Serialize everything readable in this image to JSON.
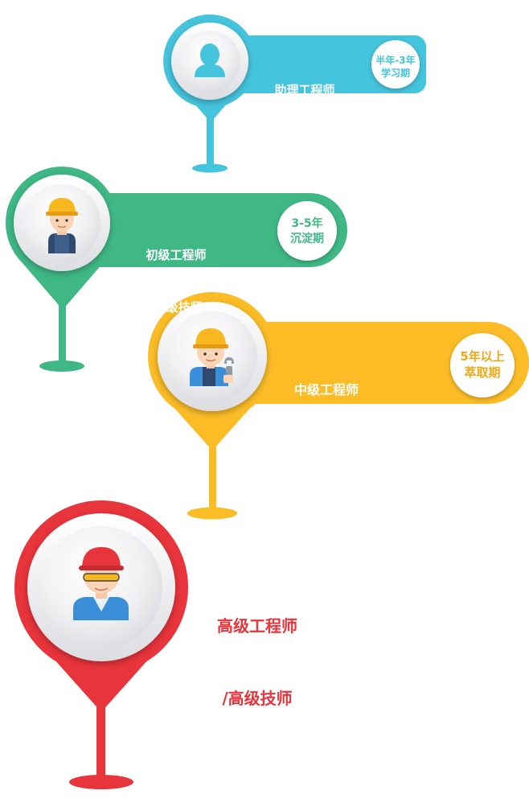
{
  "colors": {
    "level1": "#45c4de",
    "level2": "#3fb886",
    "level3": "#fbbc26",
    "level4": "#e8343b"
  },
  "stages": [
    {
      "title_line1": "助理工程师",
      "title_line2": "/普通员工",
      "period_line1": "半年-3年",
      "period_line2": "学习期",
      "icon": "user-silhouette-icon"
    },
    {
      "title_line1": "初级工程师",
      "title_line2": "/初级技师",
      "period_line1": "3-5年",
      "period_line2": "沉淀期",
      "icon": "worker-hardhat-icon"
    },
    {
      "title_line1": "中级工程师",
      "title_line2": "/中级技师",
      "period_line1": "5年以上",
      "period_line2": "萃取期",
      "icon": "mechanic-wrench-icon"
    },
    {
      "title_line1": "高级工程师",
      "title_line2": "/高级技师",
      "icon": "engineer-goggles-icon"
    }
  ]
}
